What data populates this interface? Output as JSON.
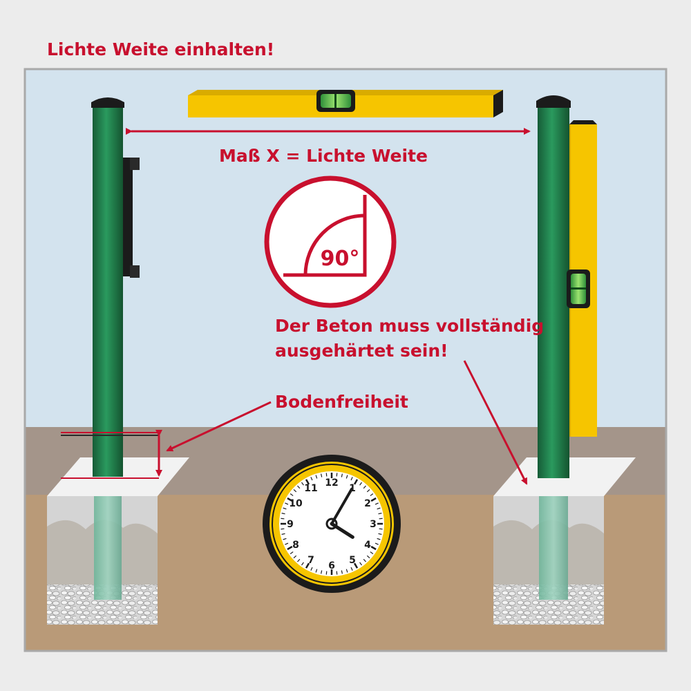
{
  "labels": {
    "title": "Lichte Weite einhalten!",
    "measure": "Maß X = Lichte Weite",
    "angle": "90°",
    "concrete_line1": "Der Beton muss vollständig",
    "concrete_line2": "ausgehärtet sein!",
    "clearance": "Bodenfreiheit"
  },
  "clock": {
    "numbers": [
      "12",
      "1",
      "2",
      "3",
      "4",
      "5",
      "6",
      "7",
      "8",
      "9",
      "10",
      "11"
    ],
    "hour": 4,
    "minute": 5
  },
  "colors": {
    "accent": "#c8102e",
    "post_green": "#1f7a4a",
    "level_yellow": "#f6c500",
    "sky": "#d3e3ee",
    "soil": "#b99a78",
    "ground": "#a4958a",
    "concrete": "#eeeeee",
    "gravel": "#e4e4e4"
  },
  "icons": [
    "spirit-level-icon",
    "clock-icon",
    "right-angle-icon",
    "fence-post-icon",
    "gravel-icon"
  ]
}
